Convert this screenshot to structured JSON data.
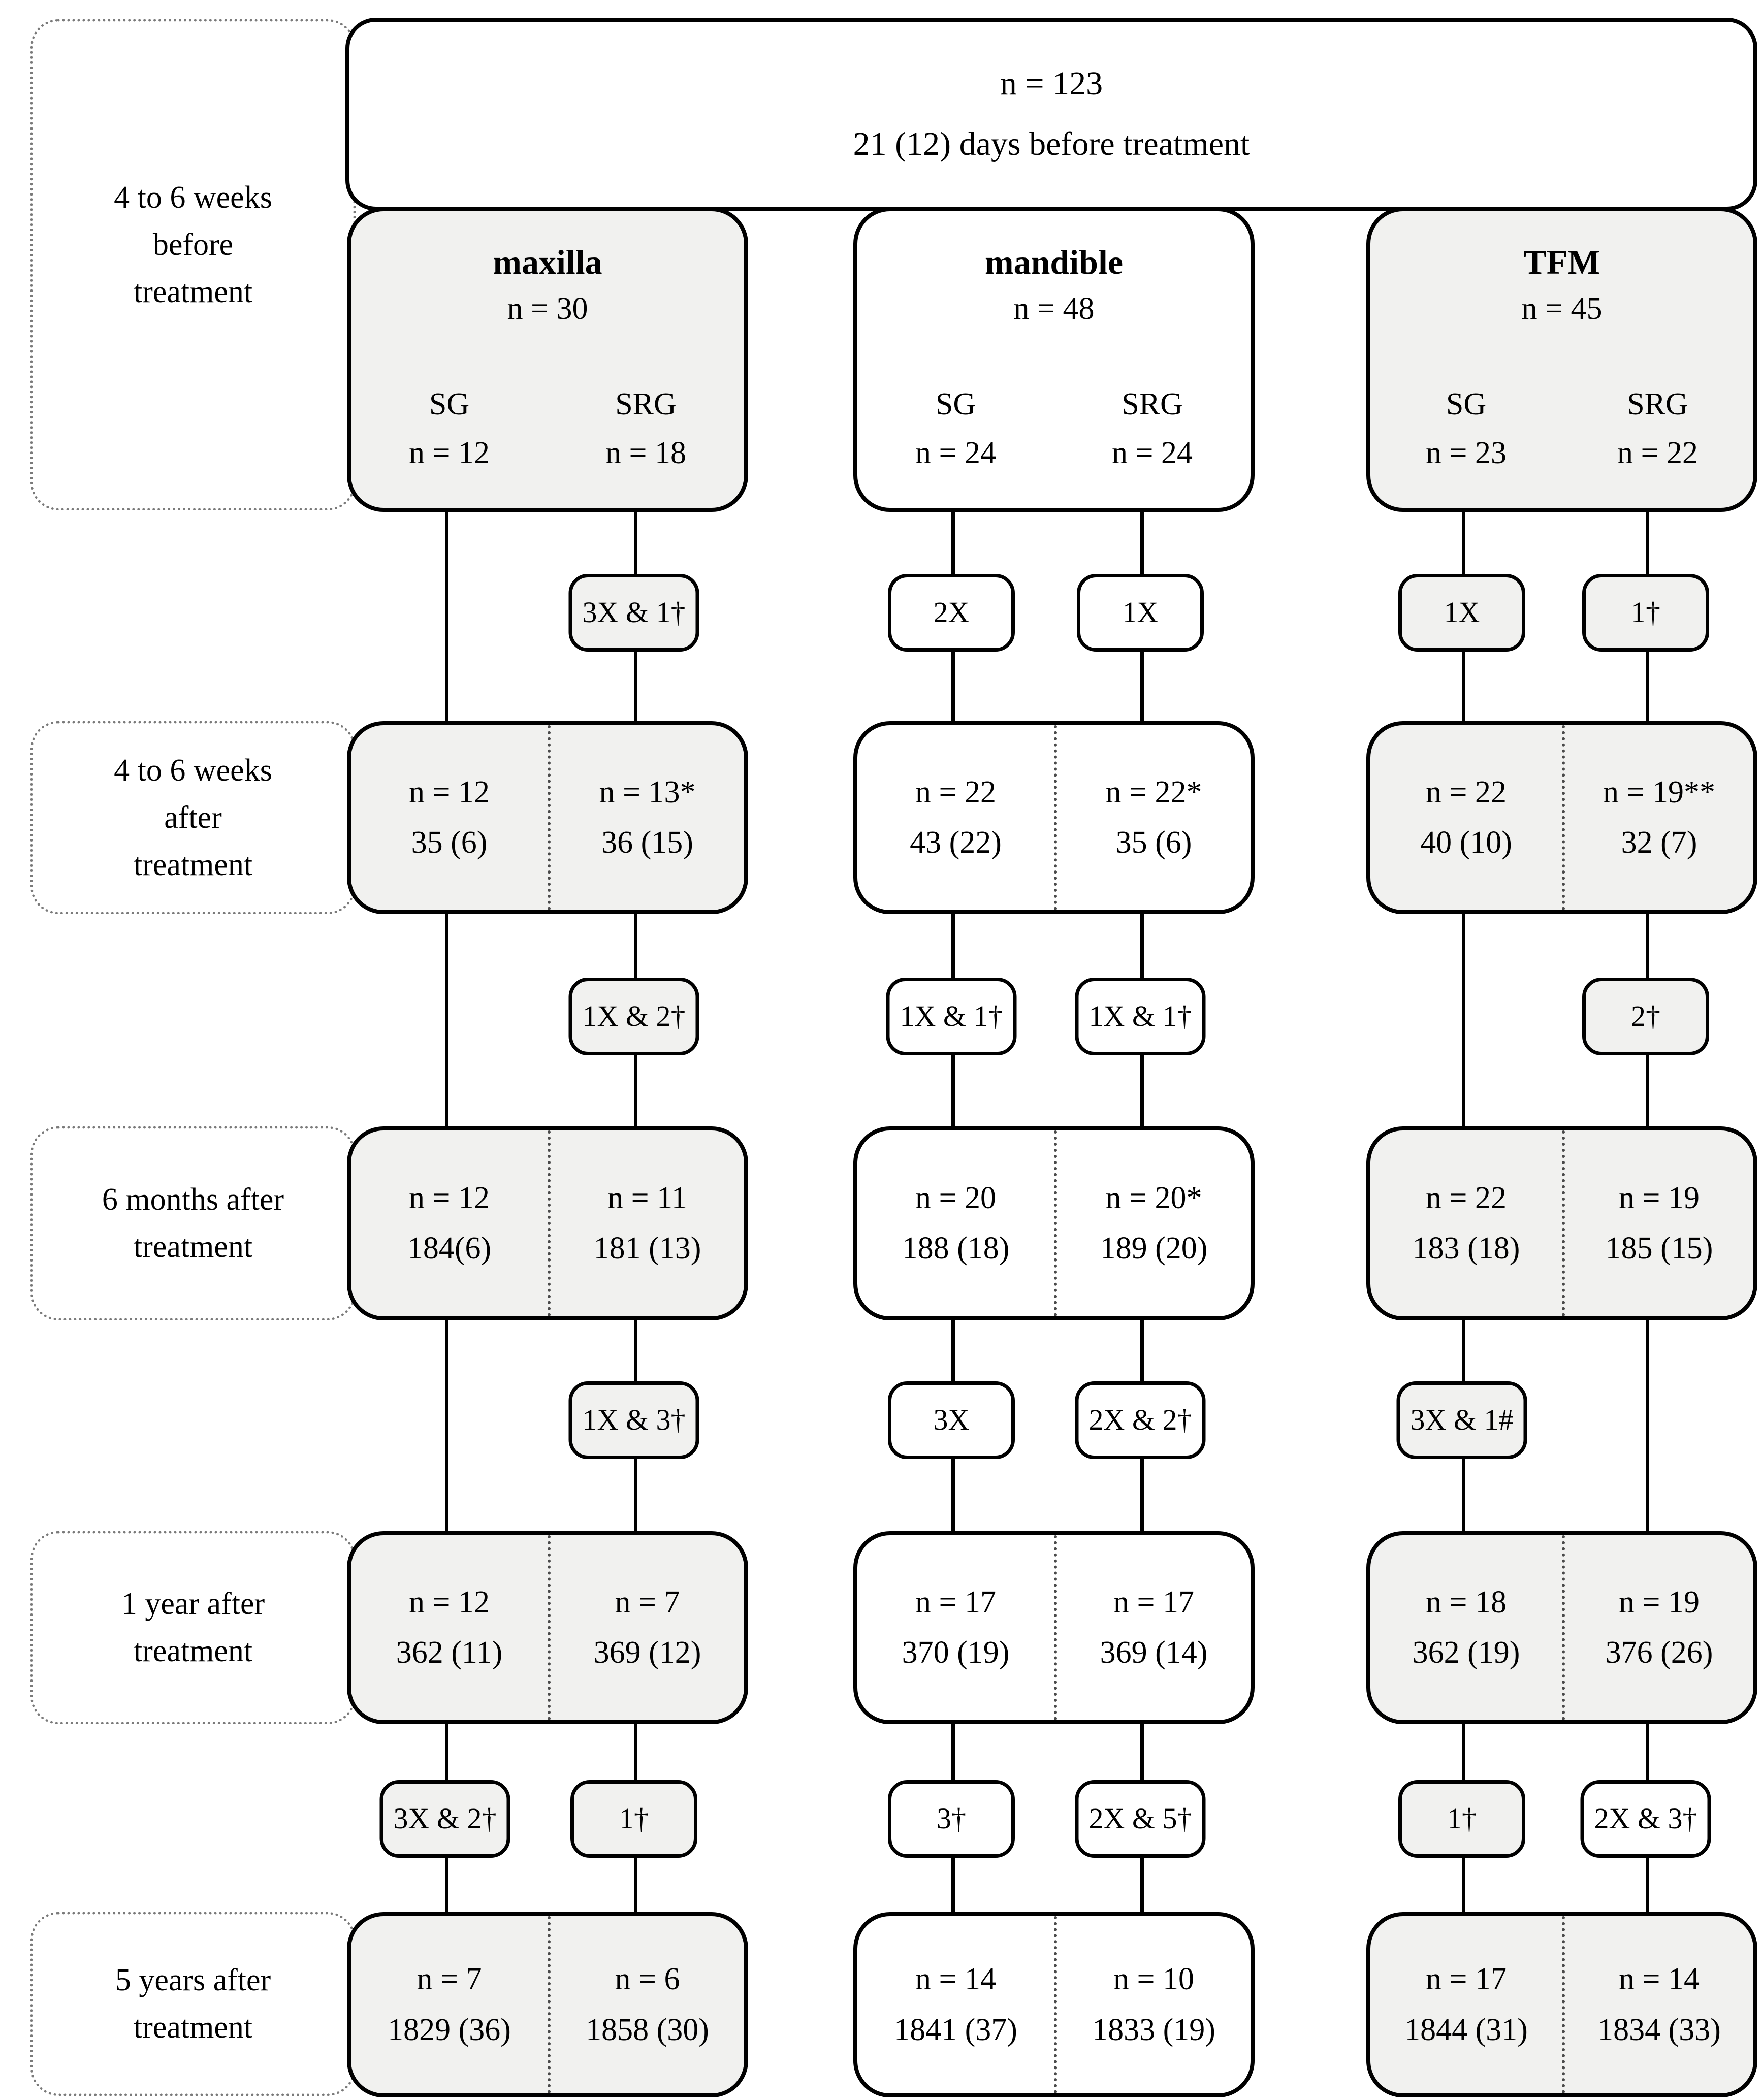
{
  "diagram": {
    "top_box": {
      "line1": "n = 123",
      "line2": "21 (12) days before treatment"
    },
    "row_labels": [
      {
        "l1": "4 to 6 weeks",
        "l2": "before",
        "l3": "treatment"
      },
      {
        "l1": "4 to 6 weeks",
        "l2": "after",
        "l3": "treatment"
      },
      {
        "l1": "6 months after",
        "l2": "treatment"
      },
      {
        "l1": "1 year after",
        "l2": "treatment"
      },
      {
        "l1": "5 years after",
        "l2": "treatment"
      }
    ],
    "cols": [
      {
        "title": "maxilla",
        "n": "n = 30",
        "sg_label": "SG",
        "sg_n": "n = 12",
        "srg_label": "SRG",
        "srg_n": "n = 18",
        "stages": [
          {
            "sg_n": "n = 12",
            "sg_v": "35 (6)",
            "srg_n": "n = 13*",
            "srg_v": "36 (15)"
          },
          {
            "sg_n": "n = 12",
            "sg_v": "184(6)",
            "srg_n": "n = 11",
            "srg_v": "181 (13)"
          },
          {
            "sg_n": "n = 12",
            "sg_v": "362 (11)",
            "srg_n": "n = 7",
            "srg_v": "369 (12)"
          },
          {
            "sg_n": "n = 7",
            "sg_v": "1829 (36)",
            "srg_n": "n = 6",
            "srg_v": "1858 (30)"
          }
        ],
        "drops": {
          "gap1_srg": "3X & 1†",
          "gap2_srg": "1X & 2†",
          "gap3_srg": "1X & 3†",
          "gap4_sg": "3X & 2†",
          "gap4_srg": "1†"
        }
      },
      {
        "title": "mandible",
        "n": "n = 48",
        "sg_label": "SG",
        "sg_n": "n = 24",
        "srg_label": "SRG",
        "srg_n": "n = 24",
        "stages": [
          {
            "sg_n": "n = 22",
            "sg_v": "43 (22)",
            "srg_n": "n = 22*",
            "srg_v": "35 (6)"
          },
          {
            "sg_n": "n = 20",
            "sg_v": "188 (18)",
            "srg_n": "n = 20*",
            "srg_v": "189 (20)"
          },
          {
            "sg_n": "n = 17",
            "sg_v": "370 (19)",
            "srg_n": "n = 17",
            "srg_v": "369 (14)"
          },
          {
            "sg_n": "n = 14",
            "sg_v": "1841 (37)",
            "srg_n": "n = 10",
            "srg_v": "1833 (19)"
          }
        ],
        "drops": {
          "gap1_sg": "2X",
          "gap1_srg": "1X",
          "gap2_sg": "1X & 1†",
          "gap2_srg": "1X & 1†",
          "gap3_sg": "3X",
          "gap3_srg": "2X & 2†",
          "gap4_sg": "3†",
          "gap4_srg": "2X & 5†"
        }
      },
      {
        "title": "TFM",
        "n": "n = 45",
        "sg_label": "SG",
        "sg_n": "n = 23",
        "srg_label": "SRG",
        "srg_n": "n = 22",
        "stages": [
          {
            "sg_n": "n = 22",
            "sg_v": "40 (10)",
            "srg_n": "n = 19**",
            "srg_v": "32 (7)"
          },
          {
            "sg_n": "n = 22",
            "sg_v": "183 (18)",
            "srg_n": "n = 19",
            "srg_v": "185 (15)"
          },
          {
            "sg_n": "n = 18",
            "sg_v": "362 (19)",
            "srg_n": "n = 19",
            "srg_v": "376 (26)"
          },
          {
            "sg_n": "n = 17",
            "sg_v": "1844 (31)",
            "srg_n": "n = 14",
            "srg_v": "1834 (33)"
          }
        ],
        "drops": {
          "gap1_sg": "1X",
          "gap1_srg": "1†",
          "gap2_srg": "2†",
          "gap3_sg": "3X & 1#",
          "gap4_sg": "1†",
          "gap4_srg": "2X & 3†"
        }
      }
    ]
  }
}
